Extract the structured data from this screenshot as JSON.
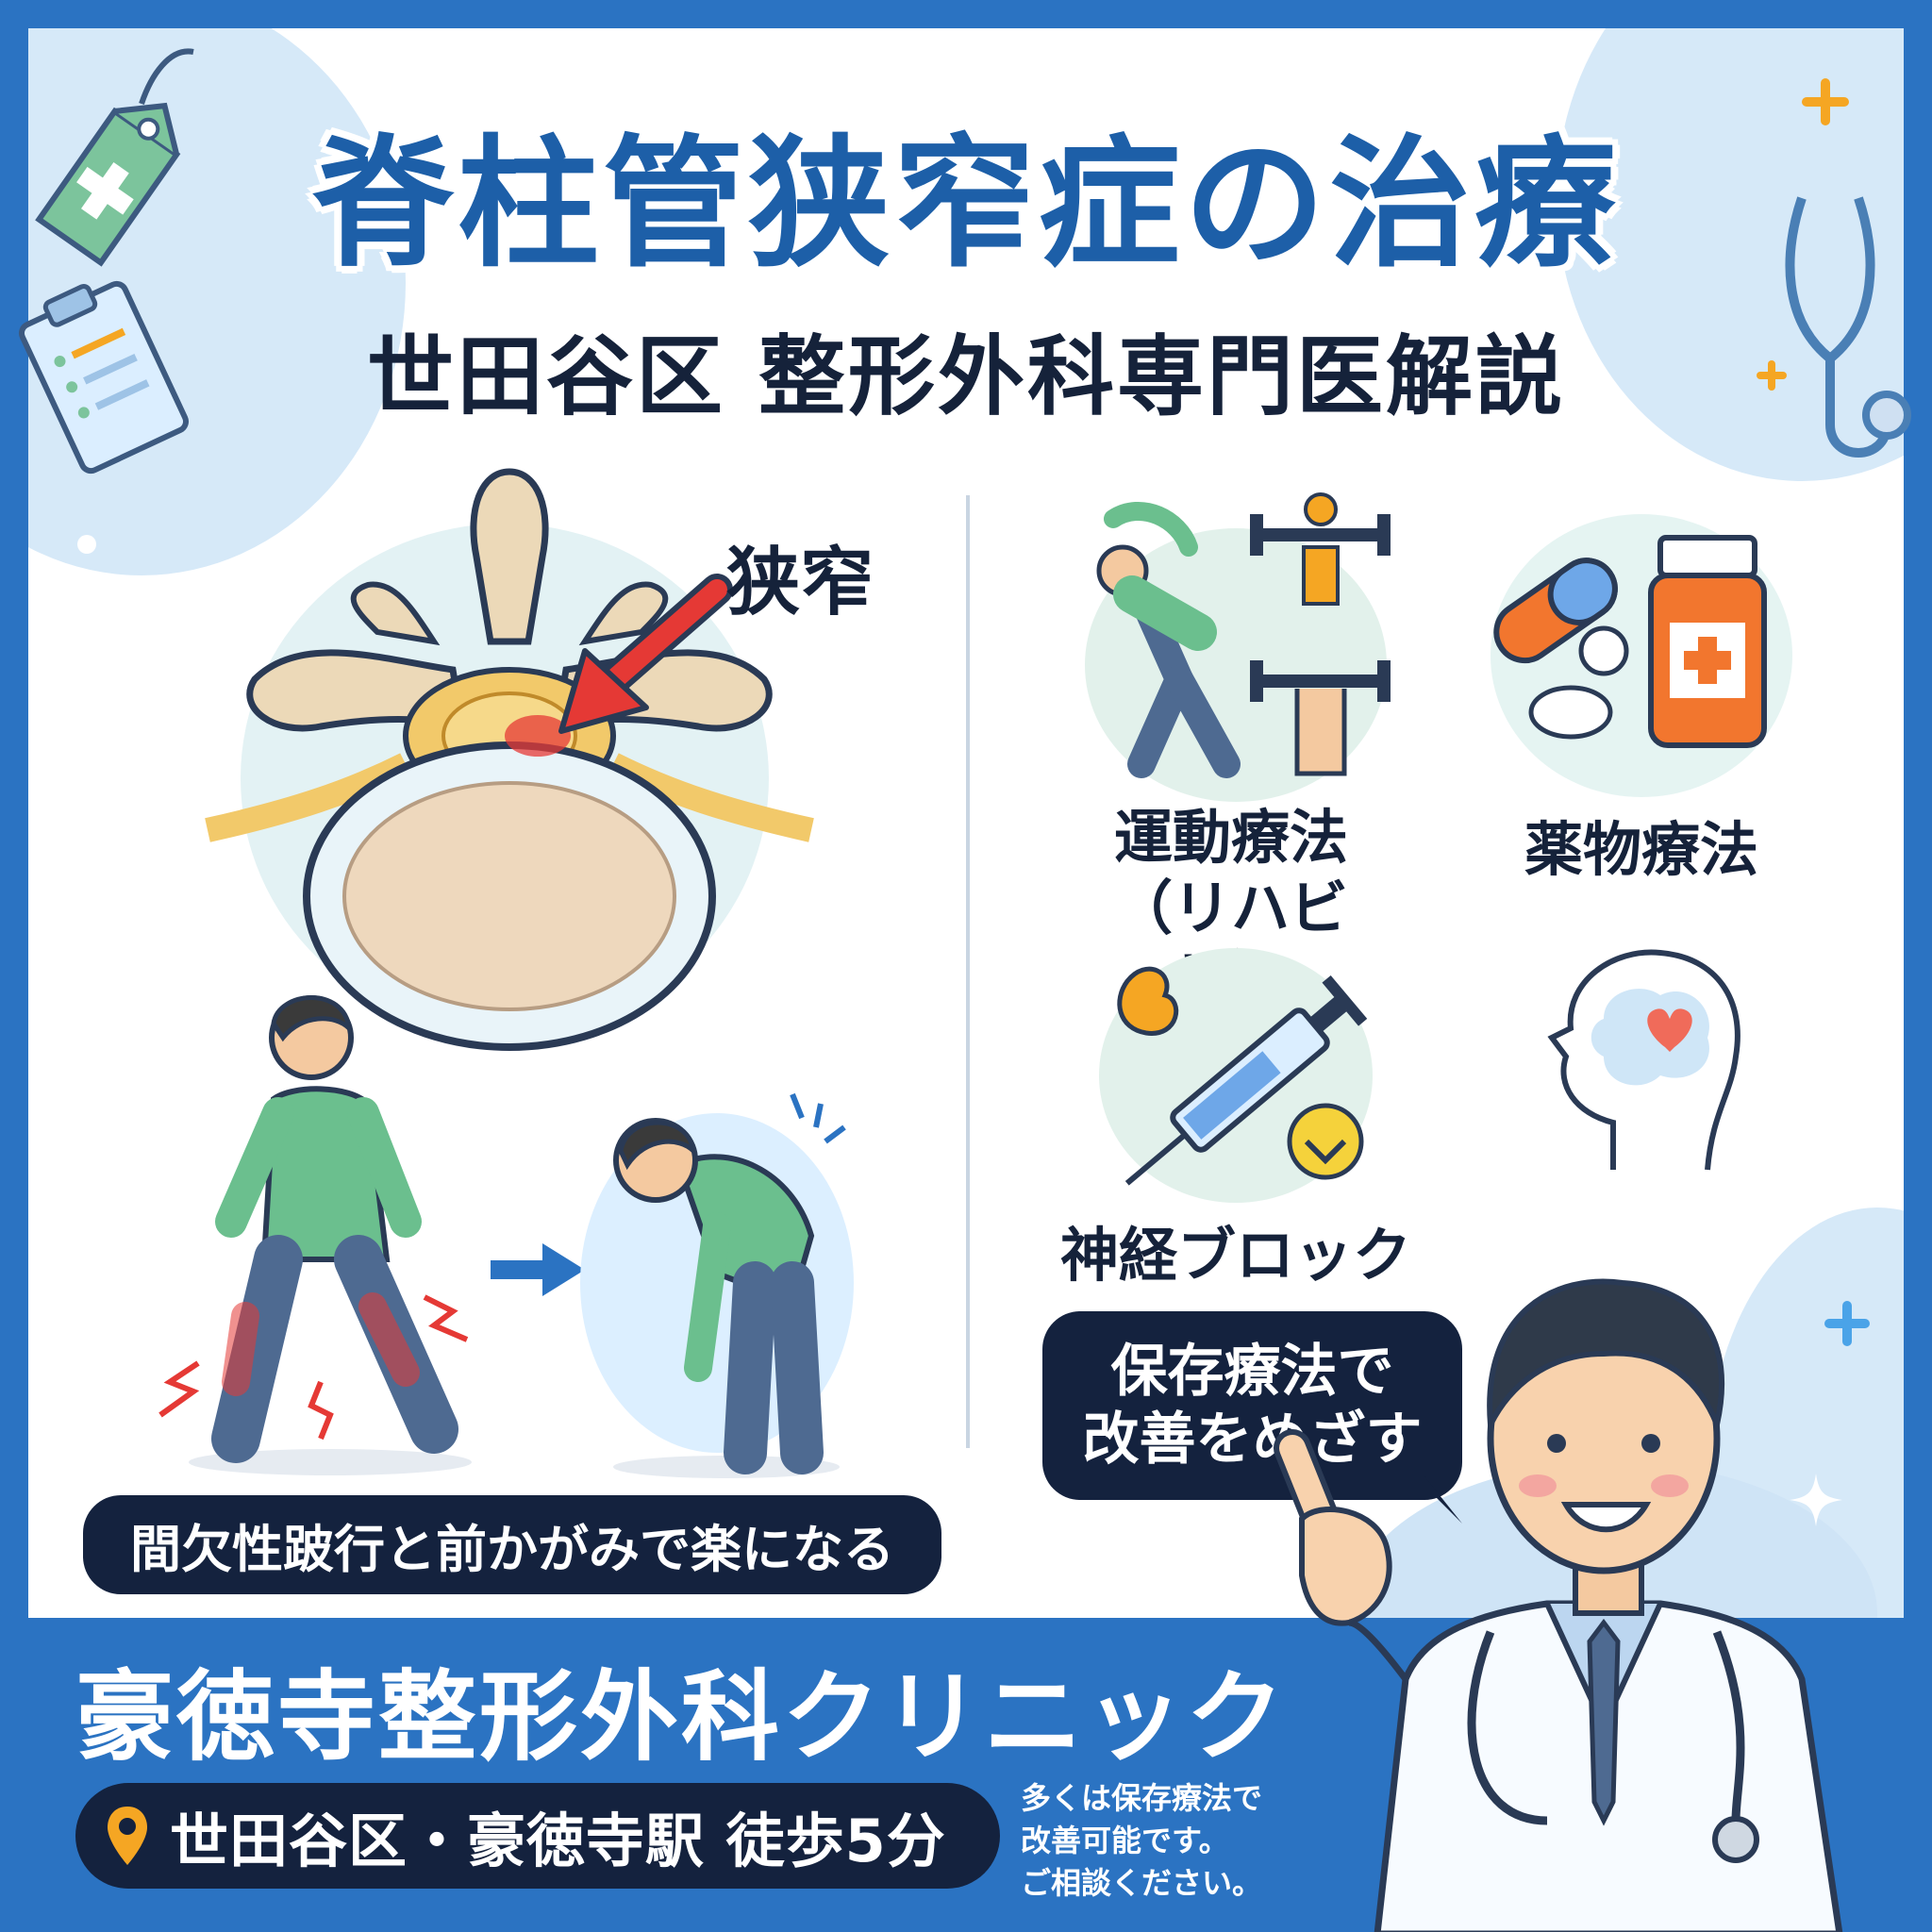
{
  "header": {
    "title": "脊柱管狭窄症の治療",
    "subtitle": "世田谷区 整形外科専門医解説"
  },
  "left": {
    "callout": "狭窄",
    "caption": "間欠性跛行と前かがみで楽になる"
  },
  "treatments": [
    {
      "label_line1": "運動療法",
      "label_line2": "（リハビリ）"
    },
    {
      "label_line1": "薬物療法"
    },
    {
      "label_line1": "神経ブロック"
    }
  ],
  "speech": {
    "line1": "保存療法で",
    "line2": "改善をめざす"
  },
  "footer": {
    "clinic_name": "豪徳寺整形外科クリニック",
    "address": "世田谷区・豪徳寺駅 徒歩5分",
    "note_line1": "多くは保存療法で",
    "note_line2": "改善可能です。",
    "note_line3": "ご相談ください。"
  },
  "icons": [
    "price-tag-icon",
    "clipboard-icon",
    "stethoscope-icon",
    "plus-icon",
    "sparkle-icon",
    "location-pin-icon",
    "arrow-right-icon",
    "brain-heart-icon",
    "syringe-icon",
    "pill-bottle-icon",
    "capsule-icon",
    "dumbbell-icon"
  ],
  "colors": {
    "frame": "#2b73c2",
    "title": "#1d5fa8",
    "dark": "#14223e",
    "accent_orange": "#f5a623",
    "accent_green": "#6bbf8e",
    "alert_red": "#e53935"
  }
}
